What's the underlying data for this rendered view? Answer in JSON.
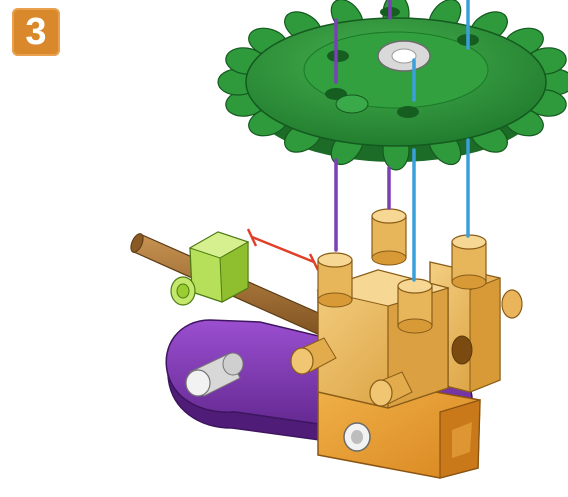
{
  "step": {
    "number": "3",
    "badge_color": "#d9892c"
  },
  "parts": [
    {
      "name": "gear",
      "color": "#2e8b3a"
    },
    {
      "name": "rod",
      "color": "#a5702f"
    },
    {
      "name": "connector-block",
      "color": "#9acd32"
    },
    {
      "name": "link-plate",
      "color": "#7a35a8"
    },
    {
      "name": "pin-block",
      "color": "#e6b55c"
    }
  ],
  "guide_lines": {
    "purple": "#7b3fb6",
    "blue": "#3aa0dc",
    "measure_red": "#e0402a"
  }
}
